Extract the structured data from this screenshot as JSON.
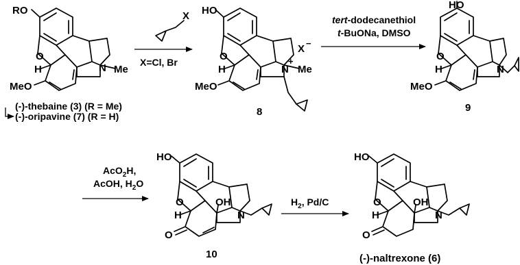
{
  "scheme": {
    "start": {
      "ro_label": "RO",
      "h_label": "H",
      "o_label": "O",
      "meo_label": "MeO",
      "n_label": "N",
      "me_label": "Me",
      "legend_thebaine": "(-)-thebaine (3) (R = Me)",
      "legend_oripavine": "(-)-oripavine (7) (R = H)"
    },
    "step1": {
      "reagent_x": "X",
      "condition": "X=Cl, Br"
    },
    "compound8": {
      "ho_label": "HO",
      "h_label": "H",
      "o_label": "O",
      "meo_label": "MeO",
      "n_label": "N",
      "charge": "+",
      "me_label": "Me",
      "counterion": "X",
      "counterion_charge": "−",
      "number": "8"
    },
    "step2": {
      "line1_italic": "tert",
      "line1_rest": "-dodecanethiol",
      "line2_italic": "t",
      "line2_rest": "-BuONa, DMSO"
    },
    "compound9": {
      "ho_label": "HO",
      "h_label": "H",
      "o_label": "O",
      "meo_label": "MeO",
      "n_label": "N",
      "number": "9"
    },
    "step3": {
      "line1": "AcO",
      "line1_sub": "2",
      "line1_end": "H,",
      "line2": "AcOH, H",
      "line2_sub": "2",
      "line2_end": "O"
    },
    "compound10": {
      "ho_label": "HO",
      "h_label": "H",
      "o_label": "O",
      "oh_label": "OH",
      "keto_o": "O",
      "n_label": "N",
      "number": "10"
    },
    "step4": {
      "h2": "H",
      "h2_sub": "2",
      "rest": ", Pd/C"
    },
    "compound6": {
      "ho_label": "HO",
      "h_label": "H",
      "o_label": "O",
      "oh_label": "OH",
      "keto_o": "O",
      "n_label": "N",
      "name": "(-)-naltrexone (6)"
    }
  }
}
